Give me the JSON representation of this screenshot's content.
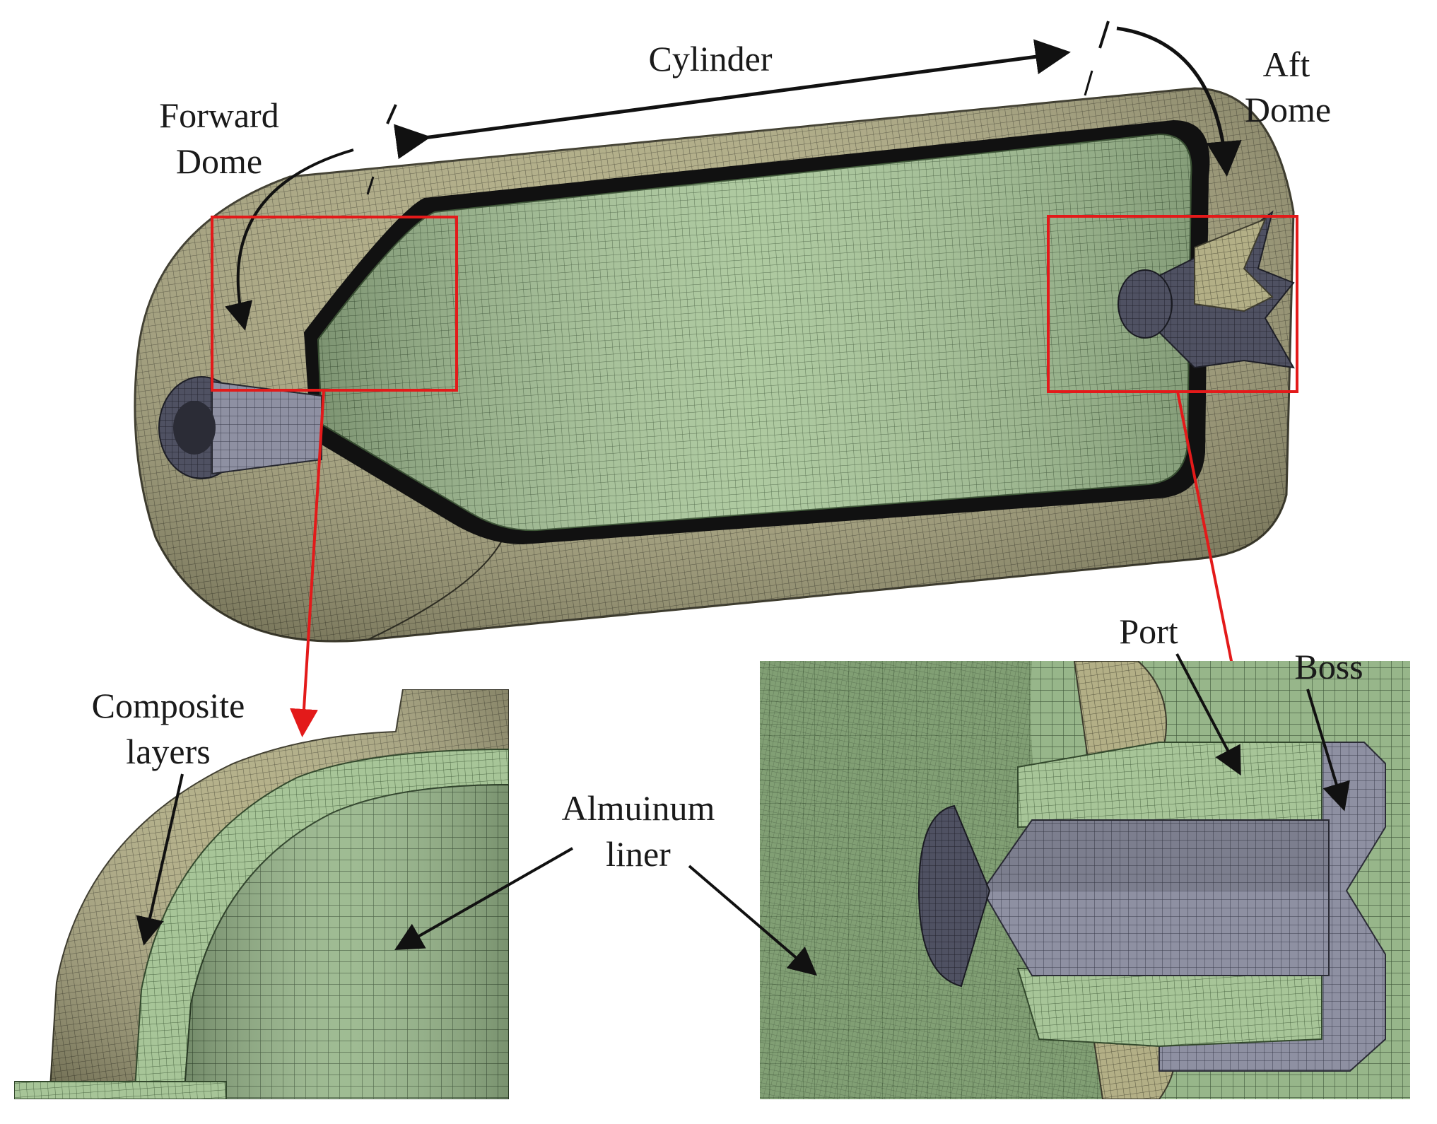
{
  "labels": {
    "cylinder": "Cylinder",
    "forward_dome_1": "Forward",
    "forward_dome_2": "Dome",
    "aft_dome_1": "Aft",
    "aft_dome_2": "Dome",
    "composite_1": "Composite",
    "composite_2": "layers",
    "liner_1": "Almuinum",
    "liner_2": "liner",
    "port": "Port",
    "boss": "Boss"
  },
  "colors": {
    "composite_mesh": "#b7b48a",
    "composite_dark": "#6f6d52",
    "liner_light": "#a9c79a",
    "liner_mid": "#7f9d72",
    "liner_dark": "#55704e",
    "boss_gray": "#8d8fa0",
    "boss_dark": "#3e4050",
    "highlight_box": "#e31a1a",
    "annotation": "#111111"
  }
}
